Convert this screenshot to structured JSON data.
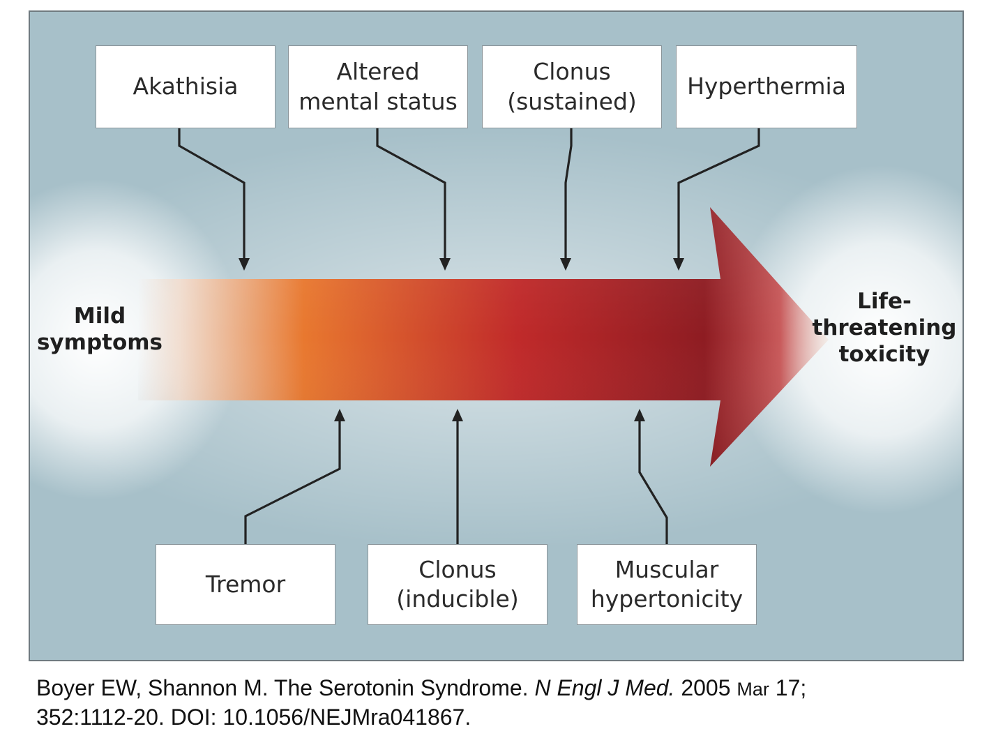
{
  "diagram": {
    "start_label": "Mild\nsymptoms",
    "end_label": "Life-\nthreatening\ntoxicity",
    "top_symptoms": [
      {
        "label": "Akathisia"
      },
      {
        "label": "Altered\nmental status"
      },
      {
        "label": "Clonus\n(sustained)"
      },
      {
        "label": "Hyperthermia"
      }
    ],
    "bottom_symptoms": [
      {
        "label": "Tremor"
      },
      {
        "label": "Clonus\n(inducible)"
      },
      {
        "label": "Muscular\nhypertonicity"
      }
    ],
    "colors": {
      "arrow_light": "#f2dccd",
      "arrow_orange": "#e8782f",
      "arrow_red": "#c02a2a",
      "arrow_dark": "#8e1c22",
      "background": "#a7c0c9",
      "glow": "#ffffff",
      "connector": "#222222"
    }
  },
  "citation": {
    "authors_title": "Boyer EW, Shannon M. The Serotonin Syndrome. ",
    "journal": "N Engl J Med.",
    "year": " 2005 ",
    "month": "Mar",
    "day_vol": " 17;",
    "pages_doi": "352:1112-20. DOI: 10.1056/NEJMra041867."
  }
}
